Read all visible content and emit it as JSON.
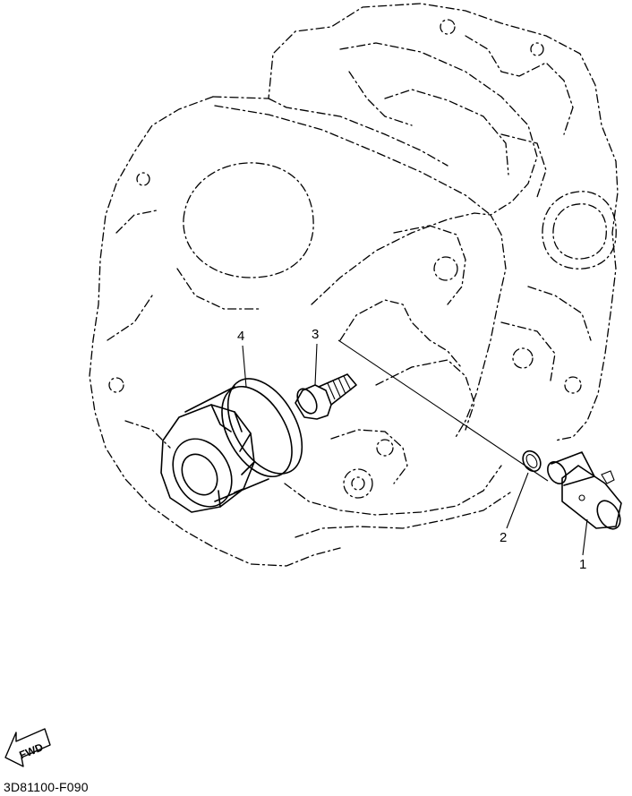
{
  "callouts": [
    {
      "id": "1",
      "label": "1"
    },
    {
      "id": "2",
      "label": "2"
    },
    {
      "id": "3",
      "label": "3"
    },
    {
      "id": "4",
      "label": "4"
    }
  ],
  "fwd_label": "FWD",
  "diagram_code": "3D81100-F090",
  "icons": [
    "engine-crankcase-outline",
    "oil-filter-icon",
    "union-bolt-icon",
    "o-ring-icon",
    "oil-pipe-fitting-icon",
    "fwd-arrow-icon"
  ]
}
